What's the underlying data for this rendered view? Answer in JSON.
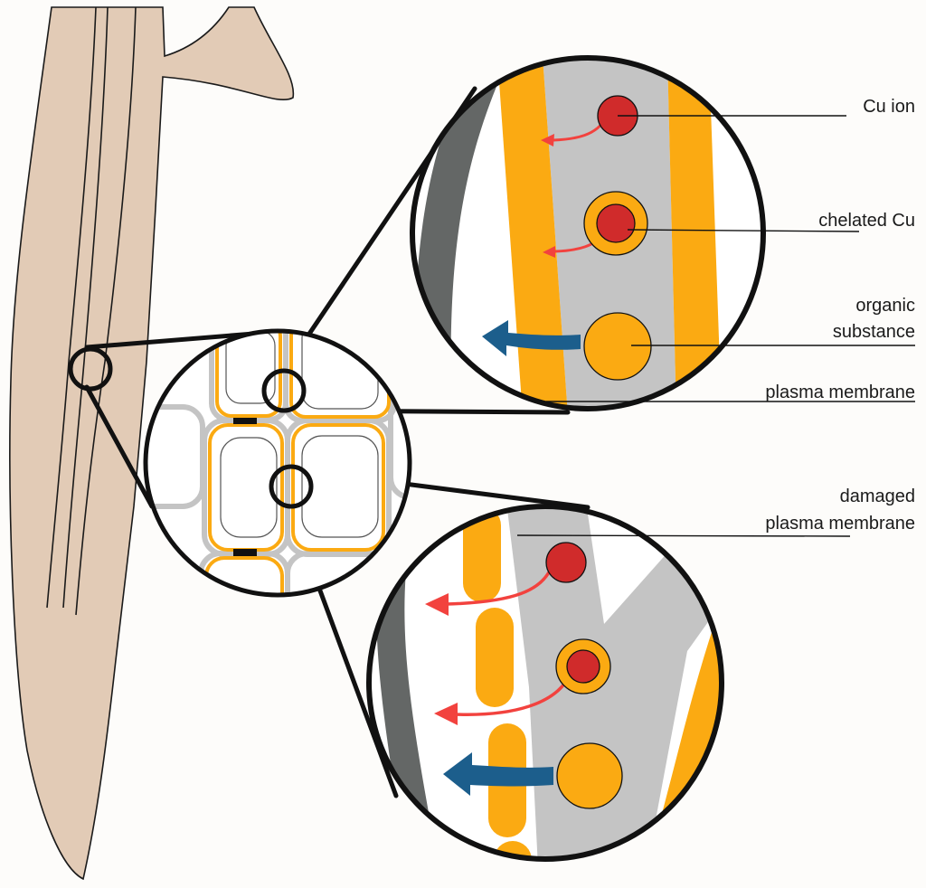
{
  "labels": {
    "cu_ion": "Cu ion",
    "chelated_cu": "chelated Cu",
    "organic_line1": "organic",
    "organic_line2": "substance",
    "plasma_membrane": "plasma membrane",
    "damaged_line1": "damaged",
    "damaged_line2": "plasma membrane"
  },
  "colors": {
    "root": "#e2cbb6",
    "membrane": "#fbaa12",
    "cell_wall": "#c4c4c4",
    "outer_wall": "#646766",
    "cu": "#d02b2b",
    "cu_arrow": "#f2423e",
    "organic_arrow": "#1c5e8c",
    "outline": "#111111"
  },
  "icons": [
    "root-shape",
    "zoom-circle",
    "copper-ion",
    "chelated-copper",
    "organic-substance",
    "efflux-arrow"
  ]
}
